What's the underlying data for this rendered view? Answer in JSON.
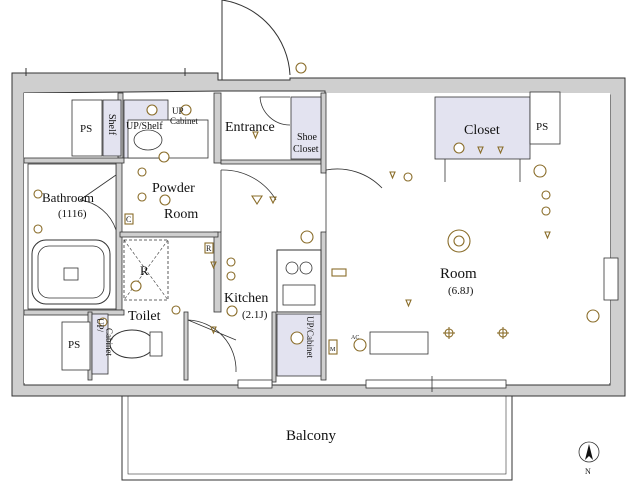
{
  "floorplan": {
    "rooms": {
      "entrance": "Entrance",
      "shoe_closet_line1": "Shoe",
      "shoe_closet_line2": "Closet",
      "closet": "Closet",
      "ps_top_left": "PS",
      "ps_top_right": "PS",
      "ps_bottom_left": "PS",
      "shelf": "Shelf",
      "up_shelf": "UP/Shelf",
      "up_cabinet_top_line1": "UP",
      "up_cabinet_top_line2": "Cabinet",
      "bathroom": "Bathroom",
      "bathroom_size": "(1116)",
      "powder_room_line1": "Powder",
      "powder_room_line2": "Room",
      "kitchen": "Kitchen",
      "kitchen_size": "(2.1J)",
      "toilet": "Toilet",
      "up_cabinet_toilet_line1": "UP/",
      "up_cabinet_toilet_line2": "Cabinet",
      "up_shoe_cabinet": "UP/Cabinet",
      "room": "Room",
      "room_size": "(6.8J)",
      "balcony": "Balcony",
      "refrigerator_mark": "R",
      "compass_n": "N",
      "mark_c": "C",
      "mark_r": "R",
      "mark_ac": "AC",
      "mark_m": "M"
    },
    "colors": {
      "wall": "#cfcfcf",
      "wall_line": "#333333",
      "storage_fill": "#e3e3f0",
      "symbol": "#8a6d2a"
    }
  }
}
